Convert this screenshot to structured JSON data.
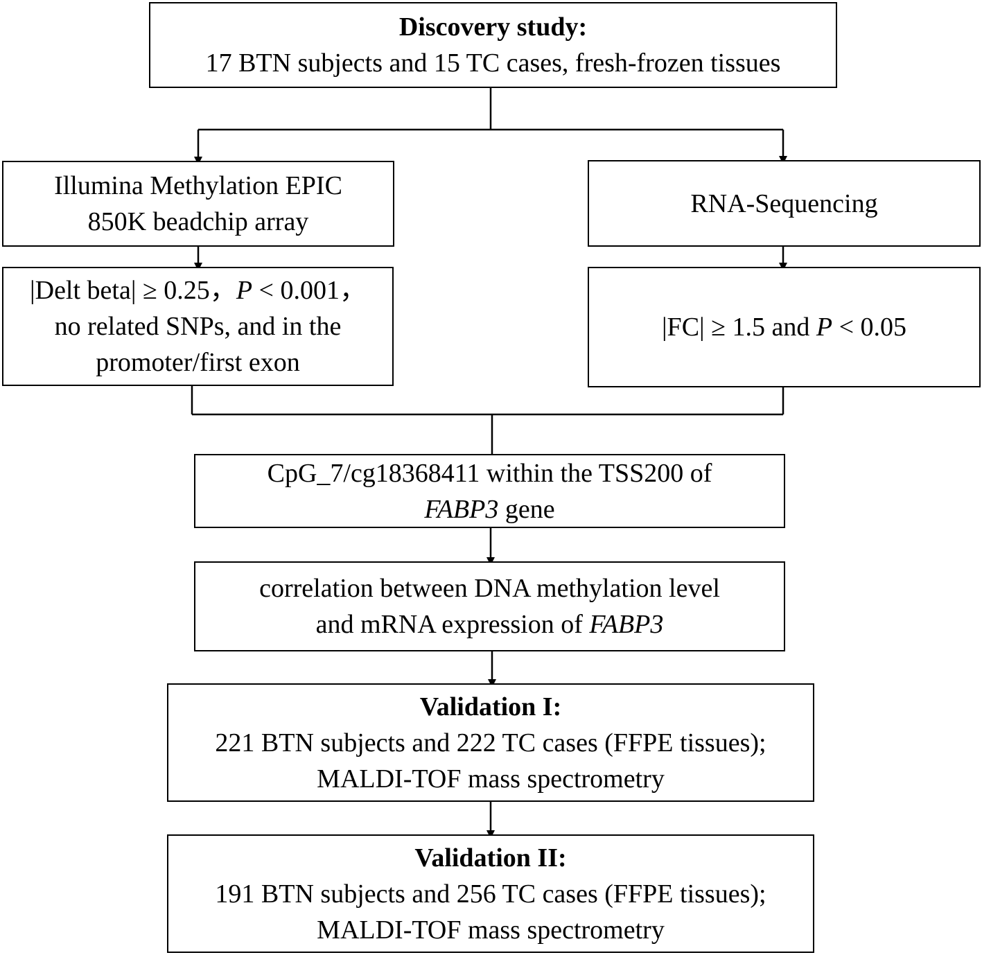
{
  "discovery": {
    "title": "Discovery study:",
    "line1": "17 BTN subjects and 15 TC cases, fresh-frozen tissues"
  },
  "methylation_array": {
    "line1": "Illumina Methylation EPIC",
    "line2": "850K beadchip array"
  },
  "rna_seq": {
    "line1": "RNA-Sequencing"
  },
  "methylation_filter": {
    "line1_prefix": "|Delt beta| ≥ 0.25，",
    "line1_p": "P",
    "line1_suffix": " < 0.001，",
    "line2": "no related SNPs, and in the",
    "line3": "promoter/first exon"
  },
  "rna_filter": {
    "prefix": "|FC| ≥ 1.5 and ",
    "p": "P",
    "suffix": " < 0.05"
  },
  "cpg_site": {
    "line1": "CpG_7/cg18368411 within the TSS200 of",
    "gene": "FABP3",
    "gene_suffix": " gene"
  },
  "correlation": {
    "line1": "correlation between DNA methylation level",
    "line2_prefix": "and mRNA expression of ",
    "gene": "FABP3"
  },
  "validation1": {
    "title": "Validation I:",
    "line1": "221 BTN subjects and 222 TC cases (FFPE tissues);",
    "line2": "MALDI-TOF mass spectrometry"
  },
  "validation2": {
    "title": "Validation II:",
    "line1": "191 BTN subjects and 256 TC cases (FFPE tissues);",
    "line2": "MALDI-TOF mass spectrometry"
  }
}
